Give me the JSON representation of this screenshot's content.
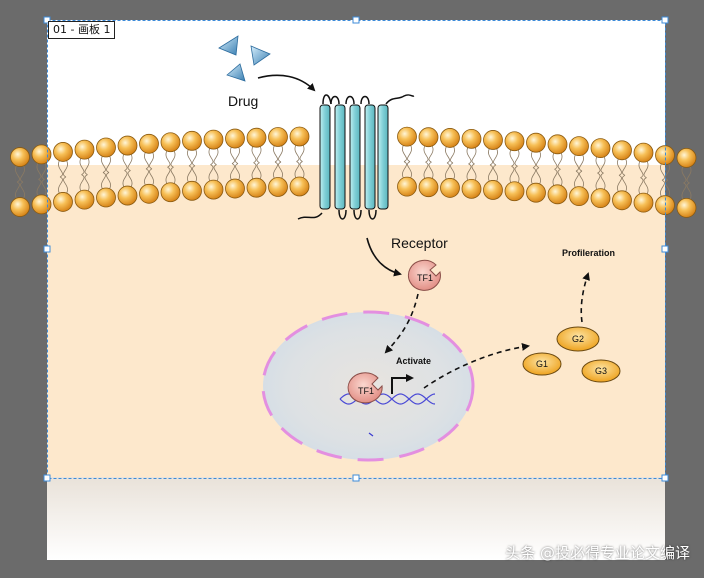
{
  "artboard": {
    "tag": "01 - 画板 1"
  },
  "labels": {
    "drug": "Drug",
    "receptor": "Receptor",
    "tf1_cytoplasm": "TF1",
    "tf1_nucleus": "TF1",
    "activate": "Activate",
    "g1": "G1",
    "g2": "G2",
    "g3": "G3",
    "proliferation": "Profileration"
  },
  "watermark": "头条 @投必得专业论文编译",
  "colors": {
    "canvas_bg": "#6b6b6b",
    "cytoplasm": "#fde8cc",
    "lipid_head": "#f5b13a",
    "receptor": "#8fd3d8",
    "tf1": "#f0a9a0",
    "gene": "#f6b731",
    "nucleus": "#dfe3e6",
    "nucleus_border": "#e38fe0",
    "dna": "#5a5ad8",
    "selection": "#3d8bd9"
  }
}
